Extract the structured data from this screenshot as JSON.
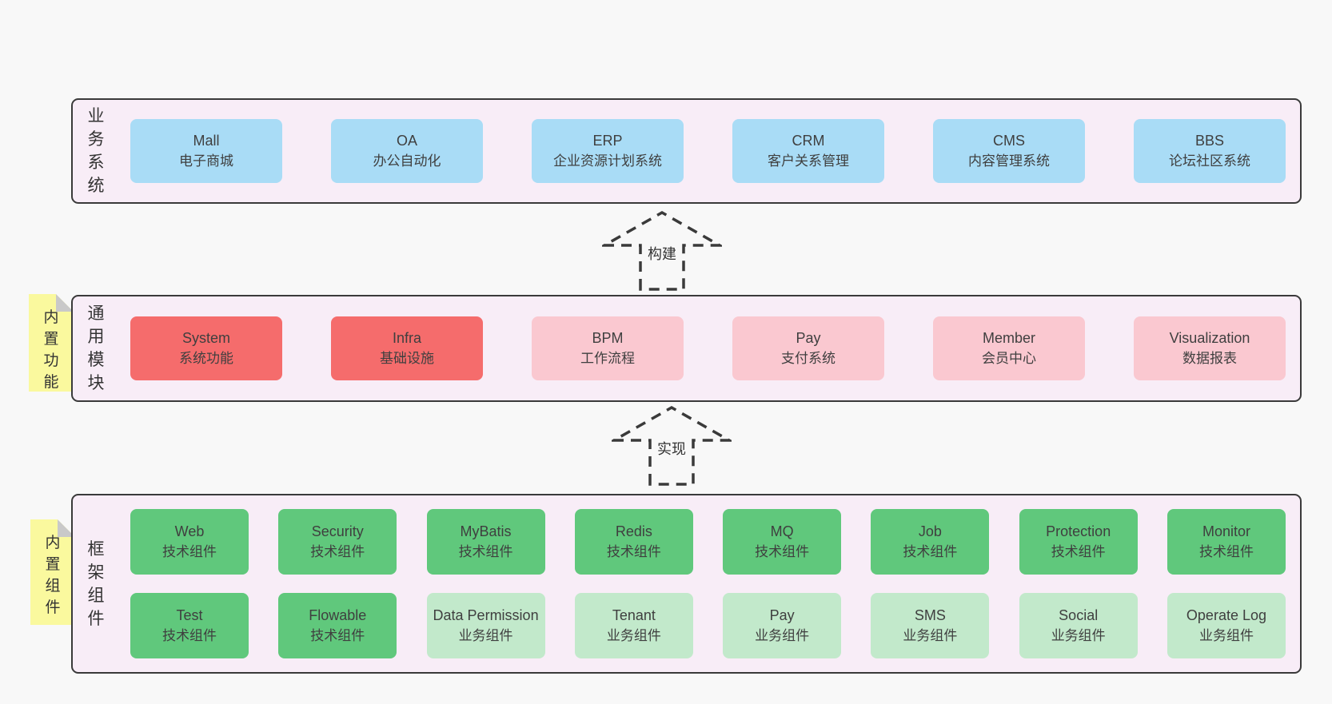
{
  "colors": {
    "page_bg": "#f8f8f8",
    "band_bg": "#f8edf7",
    "band_border": "#3a3a3a",
    "blue": "#a9dcf6",
    "red": "#f56c6c",
    "pink": "#fac8d0",
    "green_dark": "#60c87c",
    "green_light": "#c2e9cb",
    "sticky": "#faf99e",
    "sticky_fold": "#c9c9c9",
    "text": "#3f3f3f"
  },
  "bands": [
    {
      "label": "业务系统",
      "boxes": [
        {
          "title": "Mall",
          "subtitle": "电子商城"
        },
        {
          "title": "OA",
          "subtitle": "办公自动化"
        },
        {
          "title": "ERP",
          "subtitle": "企业资源计划系统"
        },
        {
          "title": "CRM",
          "subtitle": "客户关系管理"
        },
        {
          "title": "CMS",
          "subtitle": "内容管理系统"
        },
        {
          "title": "BBS",
          "subtitle": "论坛社区系统"
        }
      ]
    },
    {
      "label": "通用模块",
      "note": "内置功能",
      "boxes": [
        {
          "title": "System",
          "subtitle": "系统功能"
        },
        {
          "title": "Infra",
          "subtitle": "基础设施"
        },
        {
          "title": "BPM",
          "subtitle": "工作流程"
        },
        {
          "title": "Pay",
          "subtitle": "支付系统"
        },
        {
          "title": "Member",
          "subtitle": "会员中心"
        },
        {
          "title": "Visualization",
          "subtitle": "数据报表"
        }
      ]
    },
    {
      "label": "框架组件",
      "note": "内置组件",
      "row1": [
        {
          "title": "Web",
          "subtitle": "技术组件"
        },
        {
          "title": "Security",
          "subtitle": "技术组件"
        },
        {
          "title": "MyBatis",
          "subtitle": "技术组件"
        },
        {
          "title": "Redis",
          "subtitle": "技术组件"
        },
        {
          "title": "MQ",
          "subtitle": "技术组件"
        },
        {
          "title": "Job",
          "subtitle": "技术组件"
        },
        {
          "title": "Protection",
          "subtitle": "技术组件"
        },
        {
          "title": "Monitor",
          "subtitle": "技术组件"
        }
      ],
      "row2": [
        {
          "title": "Test",
          "subtitle": "技术组件"
        },
        {
          "title": "Flowable",
          "subtitle": "技术组件"
        },
        {
          "title": "Data Permission",
          "subtitle": "业务组件"
        },
        {
          "title": "Tenant",
          "subtitle": "业务组件"
        },
        {
          "title": "Pay",
          "subtitle": "业务组件"
        },
        {
          "title": "SMS",
          "subtitle": "业务组件"
        },
        {
          "title": "Social",
          "subtitle": "业务组件"
        },
        {
          "title": "Operate Log",
          "subtitle": "业务组件"
        }
      ]
    }
  ],
  "arrows": [
    {
      "label": "构建"
    },
    {
      "label": "实现"
    }
  ]
}
